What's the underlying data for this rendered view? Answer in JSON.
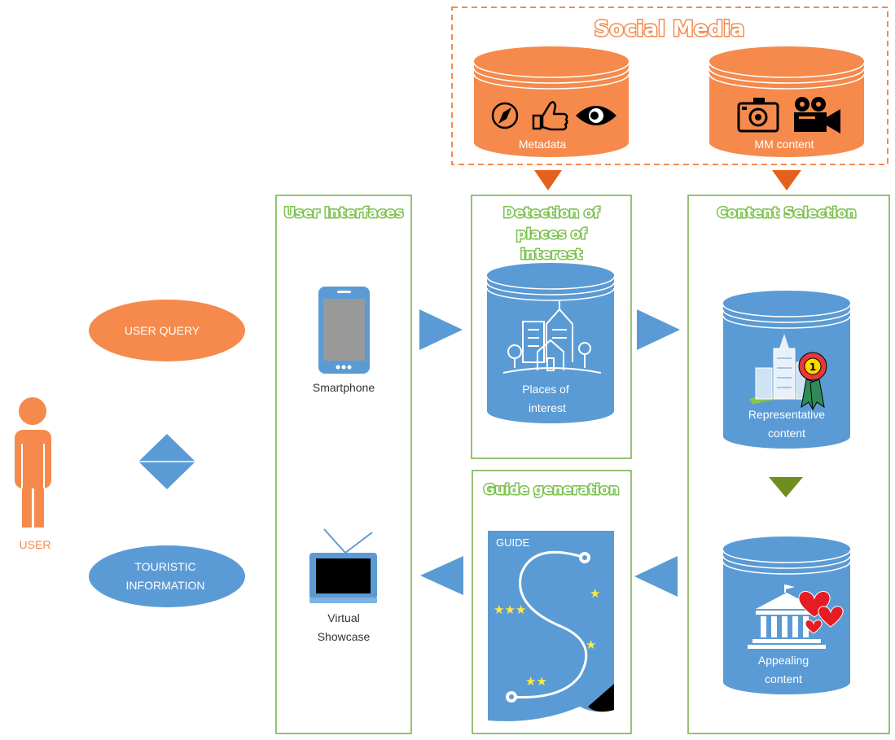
{
  "social_media": {
    "title": "Social Media",
    "metadata_label": "Metadata",
    "mm_content_label": "MM content"
  },
  "user_side": {
    "user_label": "USER",
    "query_label": "USER QUERY",
    "info_label_line1": "TOURISTIC",
    "info_label_line2": "INFORMATION"
  },
  "user_interfaces": {
    "title": "User Interfaces",
    "smartphone_label": "Smartphone",
    "showcase_label_line1": "Virtual",
    "showcase_label_line2": "Showcase"
  },
  "detection": {
    "title_line1": "Detection of",
    "title_line2": "places of",
    "title_line3": "interest",
    "db_label_line1": "Places of",
    "db_label_line2": "interest"
  },
  "content_selection": {
    "title": "Content Selection",
    "representative_line1": "Representative",
    "representative_line2": "content",
    "appealing_line1": "Appealing",
    "appealing_line2": "content"
  },
  "guide_generation": {
    "title": "Guide generation",
    "guide_label": "GUIDE"
  },
  "colors": {
    "orange": "#f58a4c",
    "blue": "#5b9bd5",
    "green_border": "#70ad47",
    "dark_orange_arrow": "#e5601a",
    "olive_arrow": "#6e8f1e",
    "star": "#ffeb3b"
  }
}
